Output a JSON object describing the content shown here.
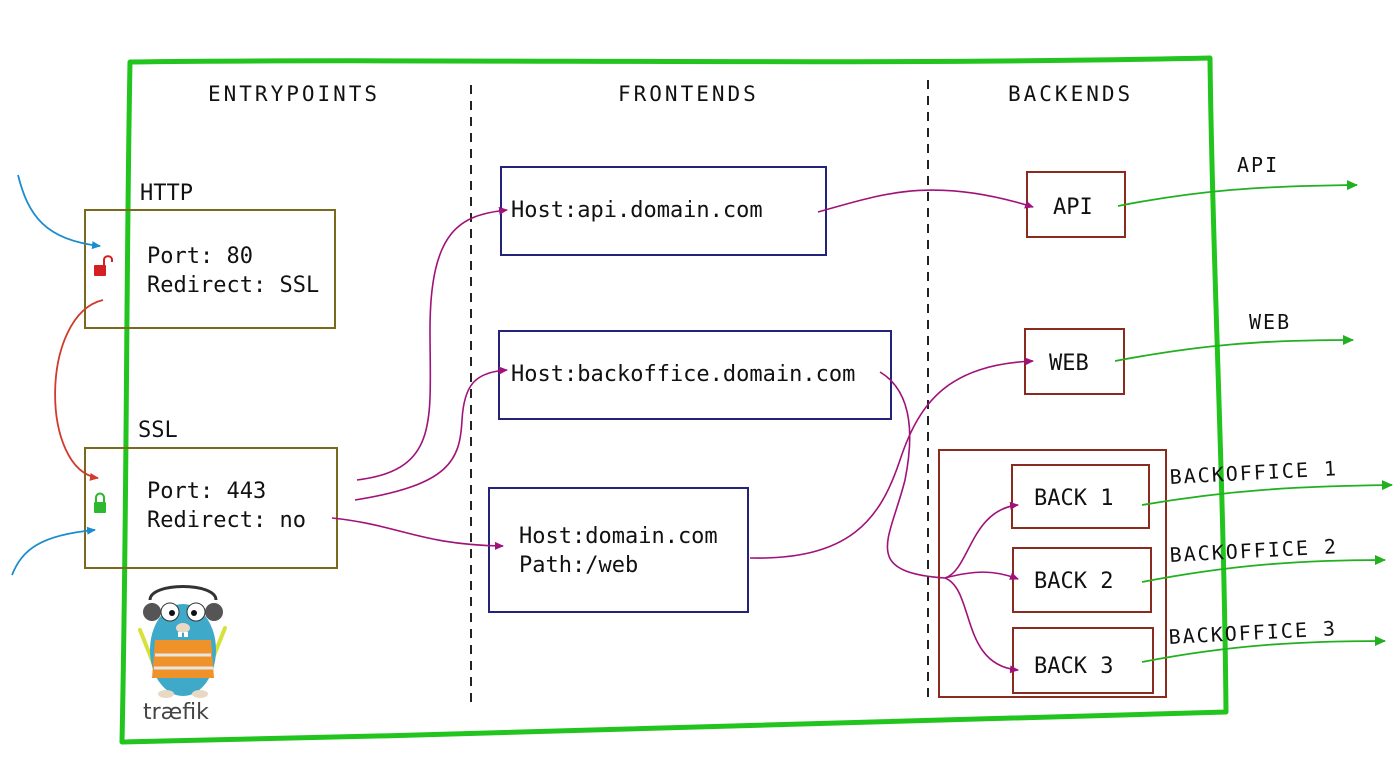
{
  "columns": {
    "entrypoints": "ENTRYPOINTS",
    "frontends": "FRONTENDS",
    "backends": "BACKENDS"
  },
  "entrypoints": {
    "http": {
      "name": "HTTP",
      "port_line": "Port: 80",
      "redirect_line": "Redirect: SSL",
      "lock_icon": "unlocked-padlock-icon"
    },
    "ssl": {
      "name": "SSL",
      "port_line": "Port: 443",
      "redirect_line": "Redirect: no",
      "lock_icon": "locked-padlock-icon"
    }
  },
  "frontends": {
    "api": {
      "line1": "Host:api.domain.com"
    },
    "backoffice": {
      "line1": "Host:backoffice.domain.com"
    },
    "web": {
      "line1": "Host:domain.com",
      "line2": "Path:/web"
    }
  },
  "backends": {
    "api": {
      "label": "API"
    },
    "web": {
      "label": "WEB"
    },
    "back1": {
      "label": "BACK 1"
    },
    "back2": {
      "label": "BACK 2"
    },
    "back3": {
      "label": "BACK 3"
    }
  },
  "outputs": {
    "api": "API",
    "web": "WEB",
    "backoffice1": "BACKOFFICE 1",
    "backoffice2": "BACKOFFICE 2",
    "backoffice3": "BACKOFFICE 3"
  },
  "logo": {
    "text": "træfik",
    "icon": "traefik-gopher-mascot-icon"
  },
  "colors": {
    "frame": "#22c41e",
    "entrypoint_box": "#7a6a1e",
    "frontend_box": "#23237a",
    "backend_box": "#8b2a1e",
    "route_arrow": "#a0127a",
    "redirect_arrow": "#d23a2a",
    "incoming_arrow": "#1a8ccf",
    "output_arrow": "#22b020",
    "lock_open": "#d42020",
    "lock_closed": "#2eb82e"
  }
}
